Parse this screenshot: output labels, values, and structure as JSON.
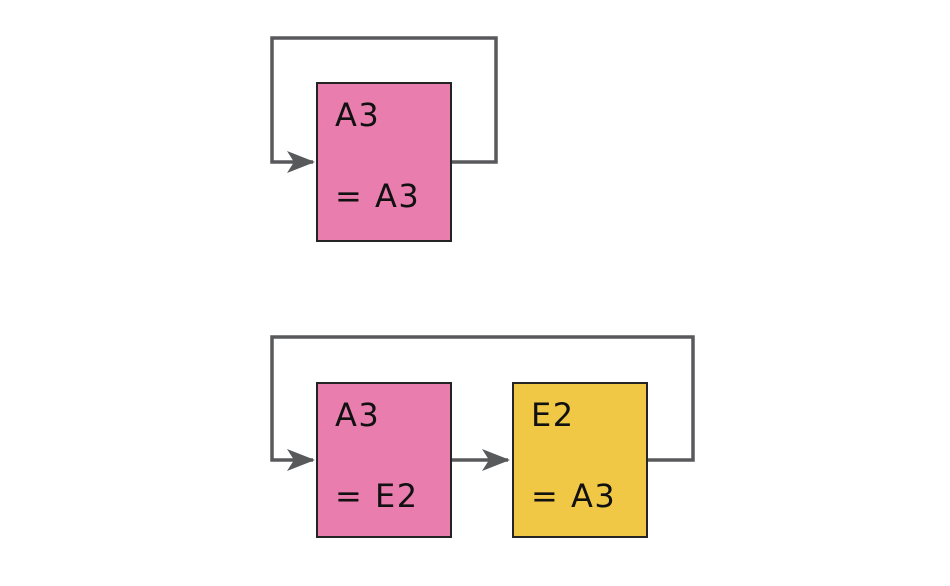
{
  "colors": {
    "background": "#ffffff",
    "box_pink": "#e97dae",
    "box_yellow": "#f0c846",
    "box_border": "#242424",
    "connector": "#58595b",
    "text": "#111111"
  },
  "diagrams": {
    "self_reference": {
      "box": {
        "title": "A3",
        "formula": "= A3"
      }
    },
    "mutual_reference": {
      "left_box": {
        "title": "A3",
        "formula": "= E2"
      },
      "right_box": {
        "title": "E2",
        "formula": "= A3"
      }
    }
  }
}
